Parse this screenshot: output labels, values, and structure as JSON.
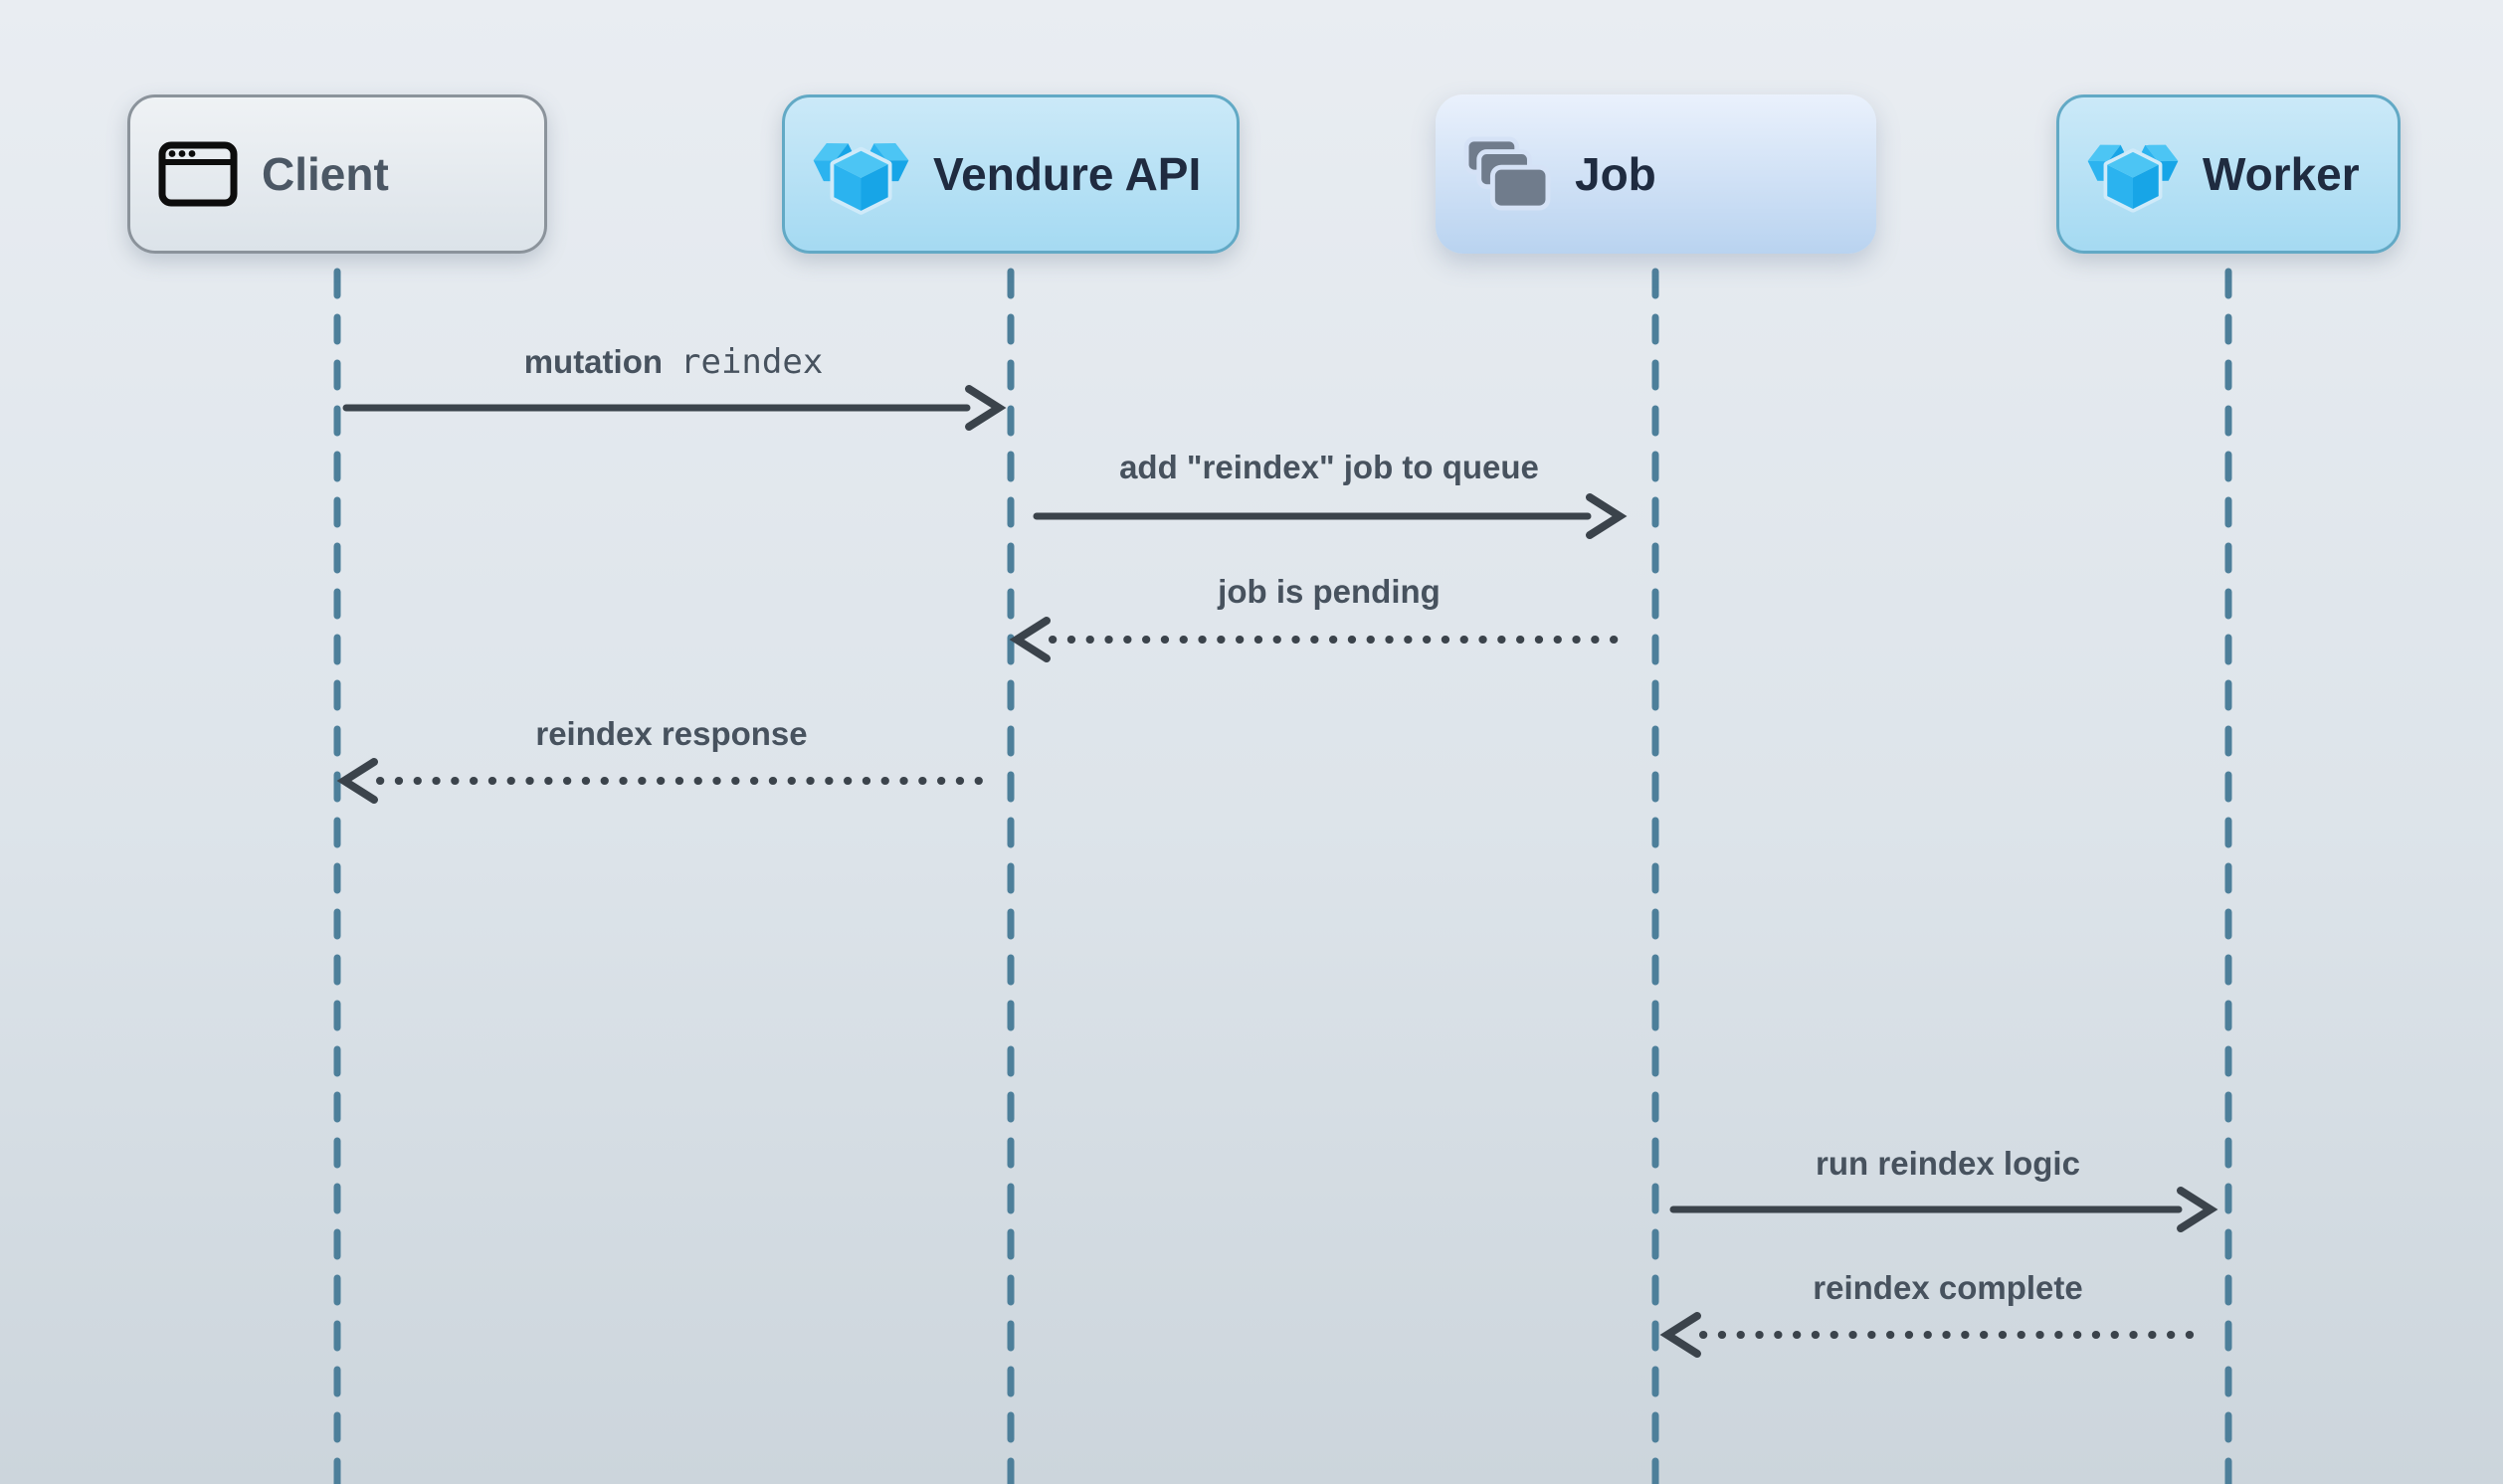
{
  "diagram": {
    "type": "sequence-diagram",
    "actors": [
      {
        "id": "client",
        "label": "Client",
        "icon": "browser-window-icon"
      },
      {
        "id": "vendure-api",
        "label": "Vendure API",
        "icon": "vendure-logo-icon"
      },
      {
        "id": "job",
        "label": "Job",
        "icon": "job-queue-stack-icon"
      },
      {
        "id": "worker",
        "label": "Worker",
        "icon": "vendure-logo-icon"
      }
    ],
    "messages": [
      {
        "from": "Client",
        "to": "Vendure API",
        "style": "solid-arrow",
        "label": "mutation",
        "label_code": "reindex"
      },
      {
        "from": "Vendure API",
        "to": "Job",
        "style": "solid-arrow",
        "label": "add \"reindex\" job to queue"
      },
      {
        "from": "Job",
        "to": "Vendure API",
        "style": "dotted-arrow",
        "label": "job is pending"
      },
      {
        "from": "Vendure API",
        "to": "Client",
        "style": "dotted-arrow",
        "label": "reindex response"
      },
      {
        "from": "Job",
        "to": "Worker",
        "style": "solid-arrow",
        "label": "run reindex logic"
      },
      {
        "from": "Worker",
        "to": "Job",
        "style": "dotted-arrow",
        "label": "reindex complete"
      }
    ]
  },
  "colors": {
    "bg-top": "#e9edf2",
    "bg-mid": "#dde4ea",
    "bg-bottom": "#ccd5dc",
    "lifeline": "#4d7f9a",
    "arrow": "#3b434b",
    "message-text": "#47525e",
    "actor-text-dark": "#1f2b40",
    "client-text": "#4b5764",
    "client-border": "#8b939b",
    "client-bg-top": "#eff2f5",
    "client-bg-bottom": "#dce3e9",
    "vendure-border": "#62a9c5",
    "vendure-bg-top": "#cbe9f8",
    "vendure-bg-bottom": "#a5daf2",
    "job-bg-top": "#eaf1fc",
    "job-bg-bottom": "#b9d3f0",
    "cube-top": "#4cc5f4",
    "cube-side-light": "#2bb3ef",
    "cube-side-dark": "#17a5e7",
    "cube-gap": "#cfeaf9",
    "job-icon": "#707c8c",
    "job-icon-gap": "#d5e2f6",
    "browser-icon": "#0d0d0d"
  }
}
